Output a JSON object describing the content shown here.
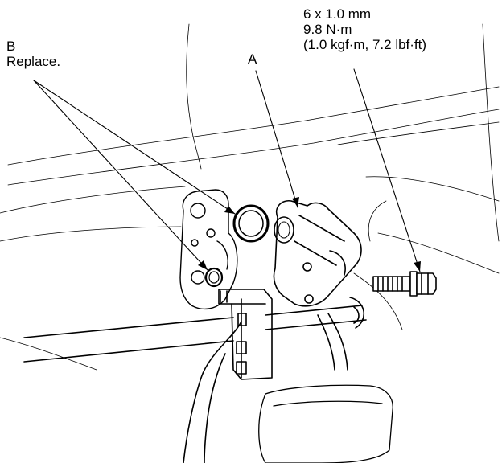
{
  "callouts": {
    "b": {
      "letter": "B",
      "note": "Replace."
    },
    "a": {
      "letter": "A"
    },
    "torque": {
      "size": "6 x 1.0 mm",
      "torque_nm": "9.8 N·m",
      "torque_alt": "(1.0 kgf·m, 7.2 lbf·ft)"
    }
  },
  "colors": {
    "line": "#000000",
    "background": "#ffffff"
  }
}
